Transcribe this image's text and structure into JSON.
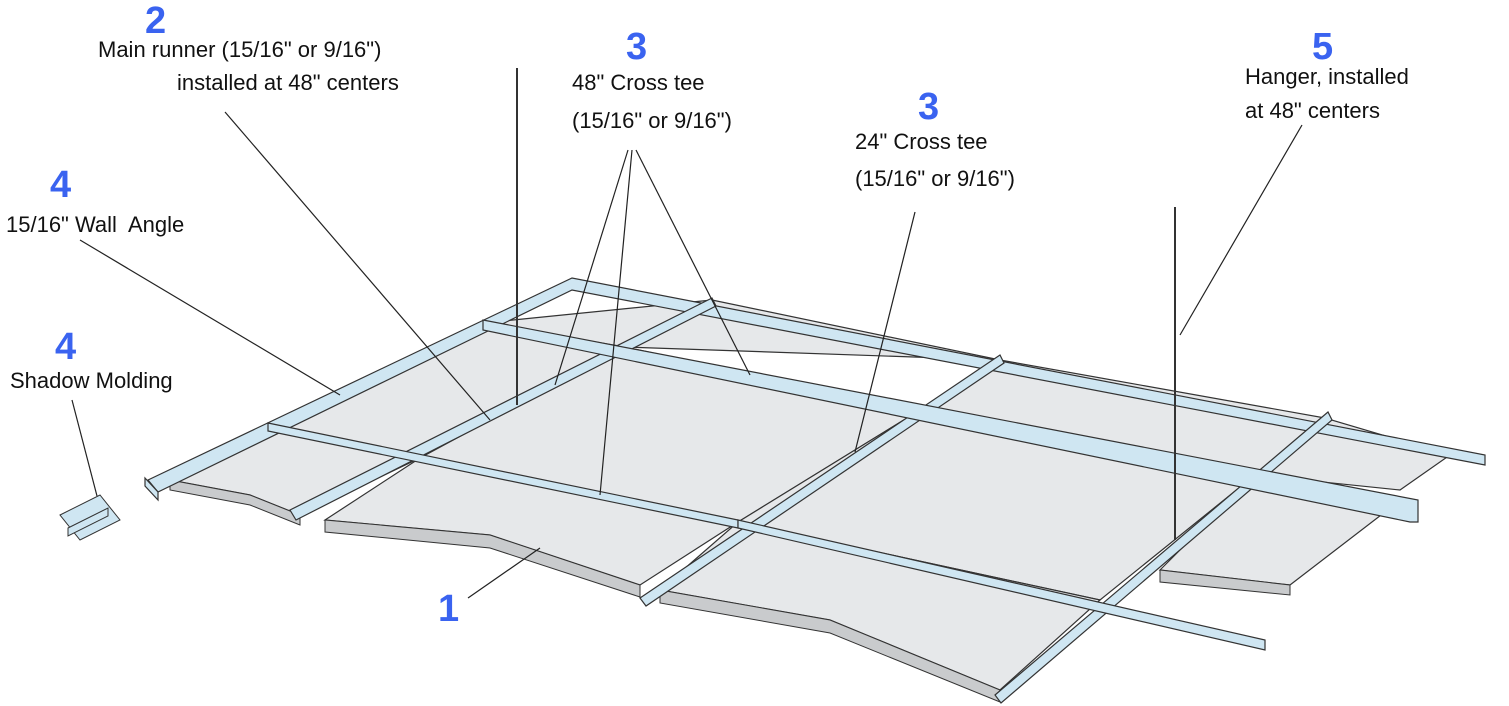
{
  "callouts": [
    {
      "id": "main-runner",
      "number": "2",
      "lines": [
        "Main runner (15/16\" or 9/16\")",
        "installed at 48\" centers"
      ]
    },
    {
      "id": "cross-tee-48",
      "number": "3",
      "lines": [
        "48\" Cross tee",
        "(15/16\" or 9/16\")"
      ]
    },
    {
      "id": "cross-tee-24",
      "number": "3",
      "lines": [
        "24\" Cross tee",
        "(15/16\" or 9/16\")"
      ]
    },
    {
      "id": "hanger",
      "number": "5",
      "lines": [
        "Hanger, installed",
        "at 48\" centers"
      ]
    },
    {
      "id": "wall-angle",
      "number": "4",
      "lines": [
        "15/16\" Wall  Angle"
      ]
    },
    {
      "id": "shadow-molding",
      "number": "4",
      "lines": [
        "Shadow Molding"
      ]
    },
    {
      "id": "panel",
      "number": "1",
      "lines": []
    }
  ],
  "colors": {
    "accent": "#3a63f0",
    "panel": "#e4e6e8",
    "panel_edge": "#c9cbcd",
    "metal": "#cfe6f2",
    "line": "#222222"
  }
}
